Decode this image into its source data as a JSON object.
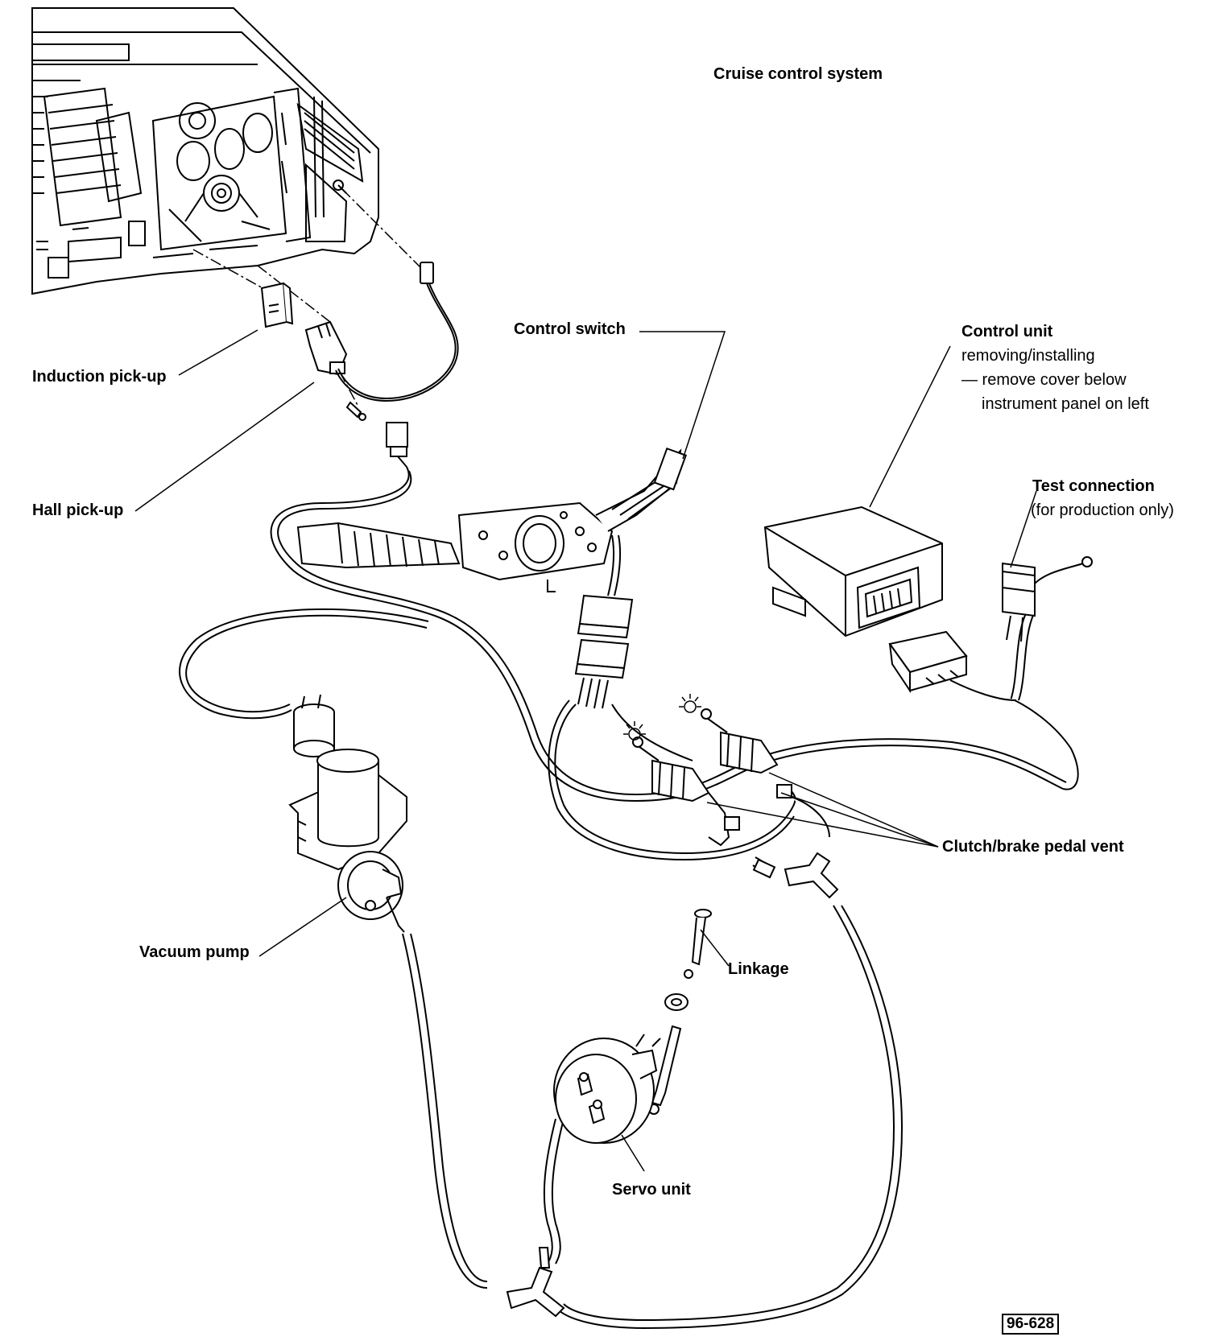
{
  "title": "Cruise control system",
  "figure_number": "96-628",
  "labels": {
    "induction_pickup": "Induction pick-up",
    "hall_pickup": "Hall pick-up",
    "control_switch": "Control switch",
    "control_unit": {
      "name": "Control unit",
      "line1": "removing/installing",
      "line2": "— remove cover below",
      "line3": "instrument panel on left"
    },
    "test_connection": {
      "name": "Test connection",
      "note": "(for production only)"
    },
    "clutch_brake_vent": "Clutch/brake pedal vent",
    "vacuum_pump": "Vacuum pump",
    "linkage": "Linkage",
    "servo_unit": "Servo unit"
  }
}
